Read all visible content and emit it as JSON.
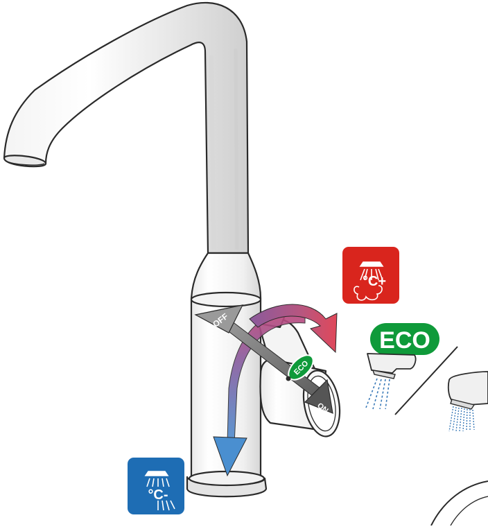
{
  "labels": {
    "off": "OFF",
    "on": "ON",
    "eco_knob": "ECO",
    "eco_badge": "ECO",
    "hot_symbol": "°C+",
    "cold_symbol": "°C-"
  },
  "colors": {
    "hot_tile": "#d9251d",
    "cold_tile": "#1e6db4",
    "eco_green": "#0f9a3a",
    "arrow_gray": "#7d7d7d",
    "arrow_purple": "#8a5a9c",
    "arrow_blue": "#4a8fd0",
    "arrow_red": "#d84a5a",
    "water": "#3a7ab8",
    "outline": "#2a2a2a"
  },
  "icons": [
    "hot-water-icon",
    "cold-water-icon",
    "eco-spray-icon",
    "full-spray-icon"
  ]
}
